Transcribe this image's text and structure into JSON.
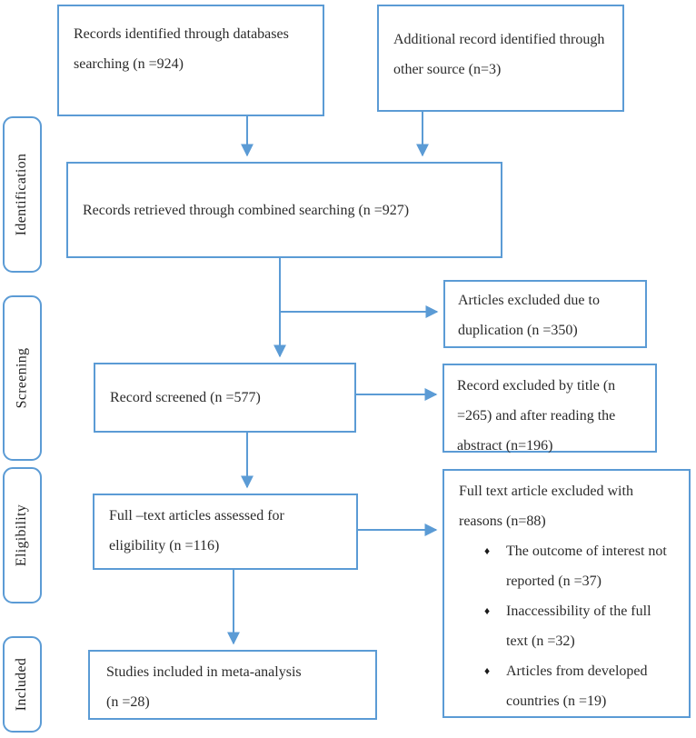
{
  "colors": {
    "accent": "#5B9BD5",
    "text": "#2b2b2b"
  },
  "stages": {
    "identification": "Identification",
    "screening": "Screening",
    "eligibility": "Eligibility",
    "included": "Included"
  },
  "boxes": {
    "databases": "Records identified through databases searching (n =924)",
    "other_source": "Additional record identified through other source (n=3)",
    "combined": "Records retrieved through combined searching (n =927)",
    "duplication": "Articles excluded due to duplication (n =350)",
    "screened": "Record screened (n =577)",
    "title_abstract_excluded": "Record excluded by title (n =265) and after reading the abstract (n=196)",
    "full_text_assessed": "Full –text articles assessed for eligibility (n =116)",
    "full_text_excluded": {
      "heading": "Full text article excluded with reasons (n=88)",
      "bullet_glyph": "♦",
      "bullets": [
        "The outcome of interest not reported (n =37)",
        "Inaccessibility of the full text (n =32)",
        "Articles from developed countries (n =19)"
      ]
    },
    "included_meta": {
      "line1": "Studies included in meta-analysis",
      "line2": "(n =28)"
    }
  }
}
